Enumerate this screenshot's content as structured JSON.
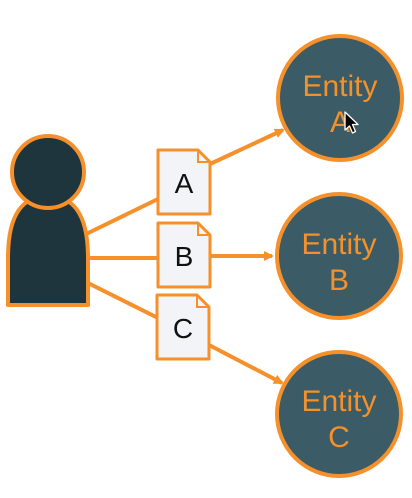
{
  "colors": {
    "orange": "#f5902a",
    "entity_fill": "#3b5c66",
    "entity_text": "#f5902a",
    "person_fill": "#1f353d",
    "doc_fill": "#f2f4f7",
    "doc_text": "#111111"
  },
  "person": {
    "icon": "person-icon"
  },
  "entities": [
    {
      "line1": "Entity",
      "line2": "A"
    },
    {
      "line1": "Entity",
      "line2": "B"
    },
    {
      "line1": "Entity",
      "line2": "C"
    }
  ],
  "documents": [
    {
      "label": "A"
    },
    {
      "label": "B"
    },
    {
      "label": "C"
    }
  ],
  "cursor": {
    "icon": "mouse-pointer-icon"
  }
}
